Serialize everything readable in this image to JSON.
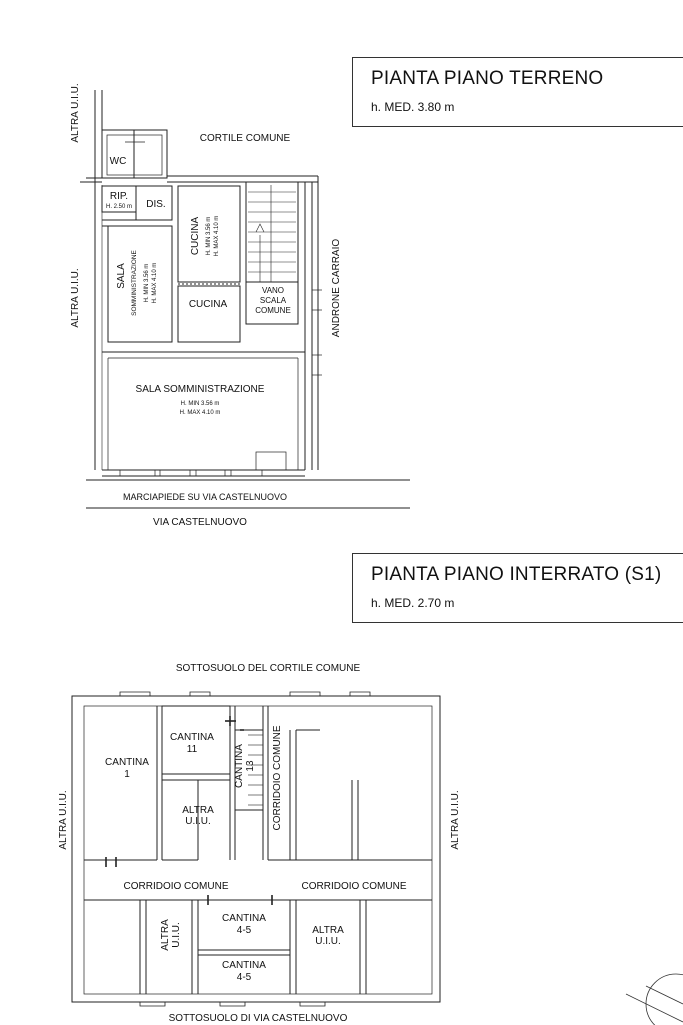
{
  "ground_floor": {
    "title": "PIANTA PIANO TERRENO",
    "height": "h. MED. 3.80 m",
    "labels": {
      "altra_uiu_top": "ALTRA U.I.U.",
      "altra_uiu_left": "ALTRA U.I.U.",
      "cortile_comune": "CORTILE COMUNE",
      "wc": "WC",
      "rip": "RIP.",
      "rip_h": "H. 2.50 m",
      "dis": "DIS.",
      "sala": "SALA",
      "somministrazione": "SOMMINISTRAZIONE",
      "sala_h_min": "H. MIN 3.56 m",
      "sala_h_max": "H. MAX 4.10 m",
      "cucina_upper": "CUCINA",
      "cucina_h_min": "H. MIN 3.56 m",
      "cucina_h_max": "H. MAX 4.10 m",
      "cucina_lower": "CUCINA",
      "vano": "VANO",
      "scala": "SCALA",
      "comune": "COMUNE",
      "androne_carraio": "ANDRONE CARRAIO",
      "sala_somministrazione": "SALA SOMMINISTRAZIONE",
      "big_h_min": "H. MIN 3.56 m",
      "big_h_max": "H. MAX 4.10 m",
      "marciapiede": "MARCIAPIEDE SU VIA CASTELNUOVO",
      "via": "VIA CASTELNUOVO"
    }
  },
  "basement": {
    "title": "PIANTA PIANO INTERRATO (S1)",
    "height": "h. MED. 2.70 m",
    "labels": {
      "sottosuolo_cortile": "SOTTOSUOLO DEL CORTILE COMUNE",
      "cantina_1_a": "CANTINA",
      "cantina_1_b": "1",
      "cantina_11_a": "CANTINA",
      "cantina_11_b": "11",
      "cantina_13_a": "CANTINA",
      "cantina_13_b": "13",
      "corridoio_vertical": "CORRIDOIO COMUNE",
      "altra_uiu_inner_a": "ALTRA",
      "altra_uiu_inner_b": "U.I.U.",
      "altra_uiu_left": "ALTRA U.I.U.",
      "altra_uiu_right": "ALTRA U.I.U.",
      "corridoio_left": "CORRIDOIO COMUNE",
      "corridoio_right": "CORRIDOIO COMUNE",
      "altra_uiu_vert_a": "ALTRA",
      "altra_uiu_vert_b": "U.I.U.",
      "cantina_45_top_a": "CANTINA",
      "cantina_45_top_b": "4-5",
      "cantina_45_bot_a": "CANTINA",
      "cantina_45_bot_b": "4-5",
      "altra_uiu_right_room_a": "ALTRA",
      "altra_uiu_right_room_b": "U.I.U.",
      "sottosuolo_via": "SOTTOSUOLO DI VIA CASTELNUOVO"
    }
  }
}
